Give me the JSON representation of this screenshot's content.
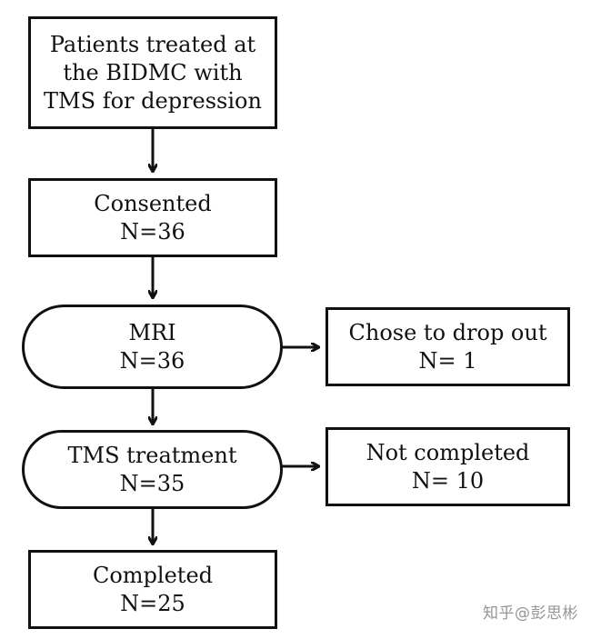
{
  "nodes": {
    "start": {
      "lines": [
        "Patients treated at",
        "the BIDMC with",
        "TMS for depression"
      ]
    },
    "consented": {
      "lines": [
        "Consented",
        "N=36"
      ]
    },
    "mri": {
      "lines": [
        "MRI",
        "N=36"
      ]
    },
    "dropout": {
      "lines": [
        "Chose to drop out",
        "N= 1"
      ]
    },
    "tms": {
      "lines": [
        "TMS treatment",
        "N=35"
      ]
    },
    "not_completed": {
      "lines": [
        "Not completed",
        "N= 10"
      ]
    },
    "completed": {
      "lines": [
        "Completed",
        "N=25"
      ]
    }
  },
  "watermark": "知乎@彭思彬"
}
